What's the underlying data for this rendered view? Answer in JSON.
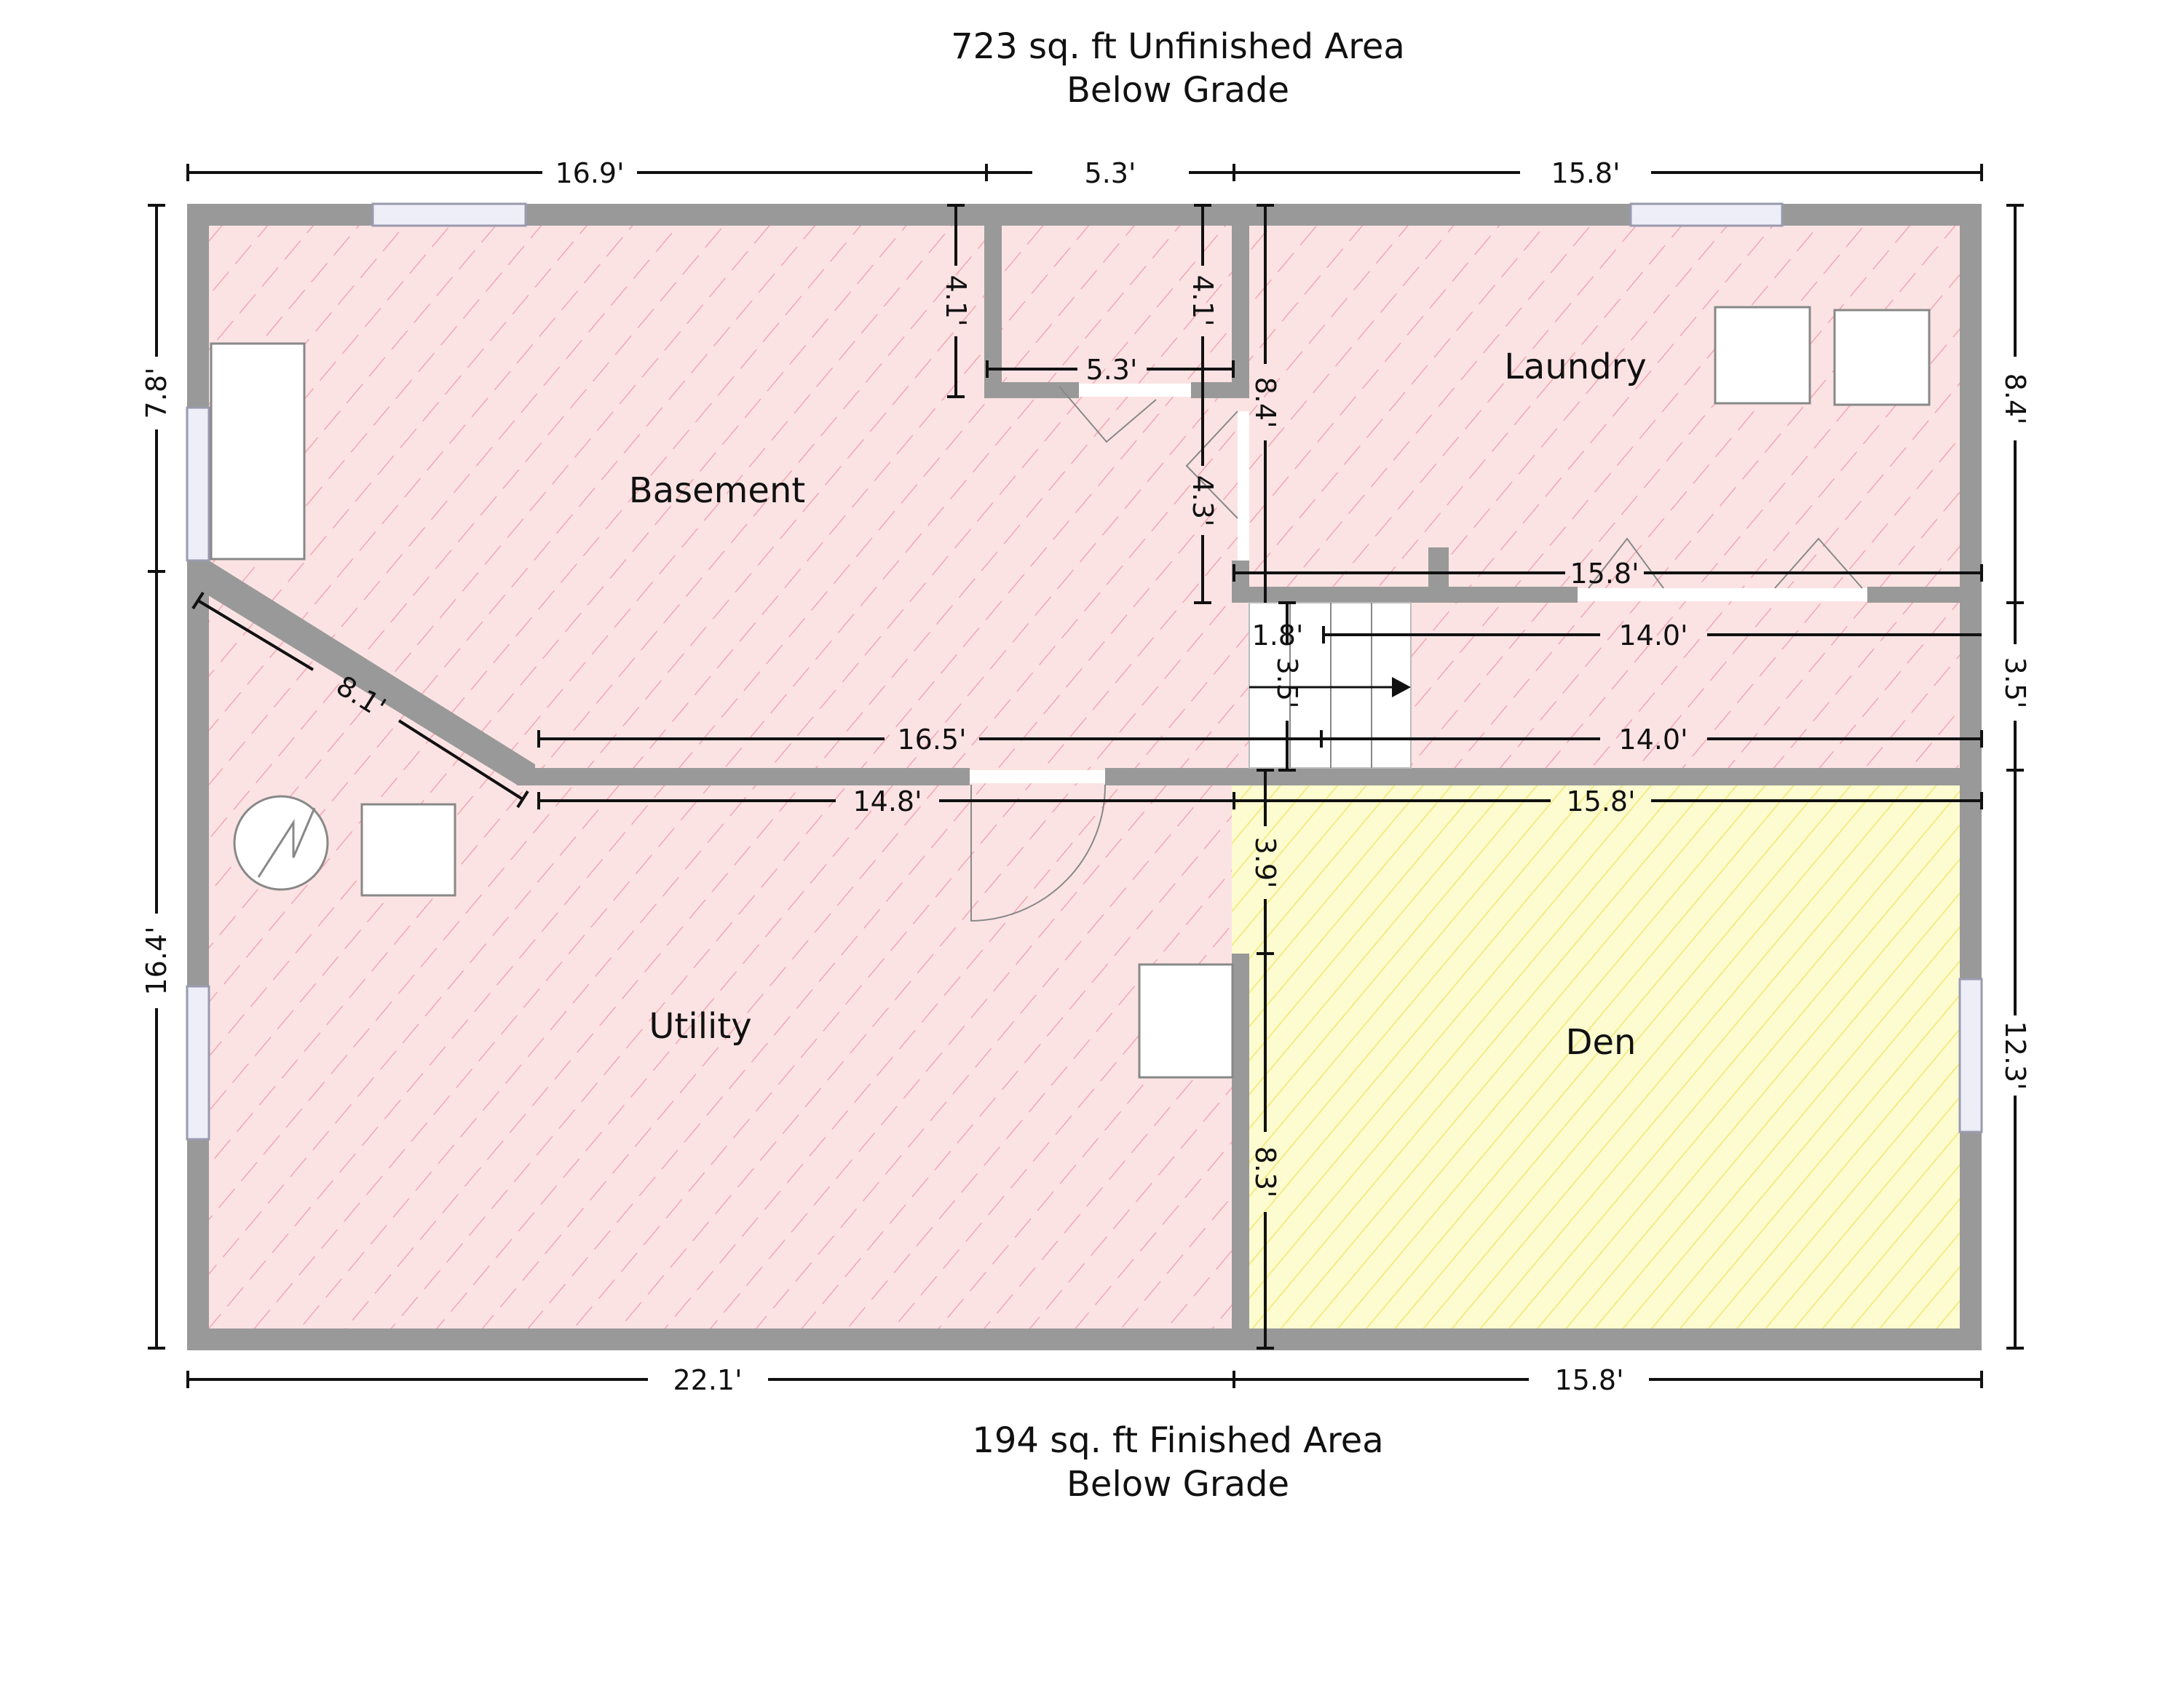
{
  "captions": {
    "top_line1": "723 sq. ft Unfinished Area",
    "top_line2": "Below Grade",
    "bottom_line1": "194 sq. ft Finished Area",
    "bottom_line2": "Below Grade"
  },
  "rooms": {
    "basement": "Basement",
    "laundry": "Laundry",
    "utility": "Utility",
    "den": "Den"
  },
  "colors": {
    "unfinished_fill": "#fbe3e4",
    "unfinished_hatch": "#f5a6b0",
    "finished_fill": "#fdfbd0",
    "finished_hatch": "#f3ec86",
    "wall": "#999999"
  },
  "dimensions": {
    "top_left": "16.9'",
    "top_mid": "5.3'",
    "top_right": "15.8'",
    "closet_left": "4.1'",
    "closet_right": "4.1'",
    "closet_width": "5.3'",
    "left_upper": "7.8'",
    "left_lower": "16.4'",
    "right_upper": "8.4'",
    "right_mid": "3.5'",
    "right_lower": "12.3'",
    "laundry_left": "8.4'",
    "closet_door": "4.3'",
    "laundry_bottom": "15.8'",
    "stair_small": "1.8'",
    "stair_height": "3.5'",
    "hall_upper": "14.0'",
    "hall_left": "16.5'",
    "hall_right": "14.0'",
    "diag": "8.1'",
    "utility_top": "14.8'",
    "den_top": "15.8'",
    "den_opening": "3.9'",
    "den_left": "8.3'",
    "bottom_left": "22.1'",
    "bottom_right": "15.8'"
  }
}
